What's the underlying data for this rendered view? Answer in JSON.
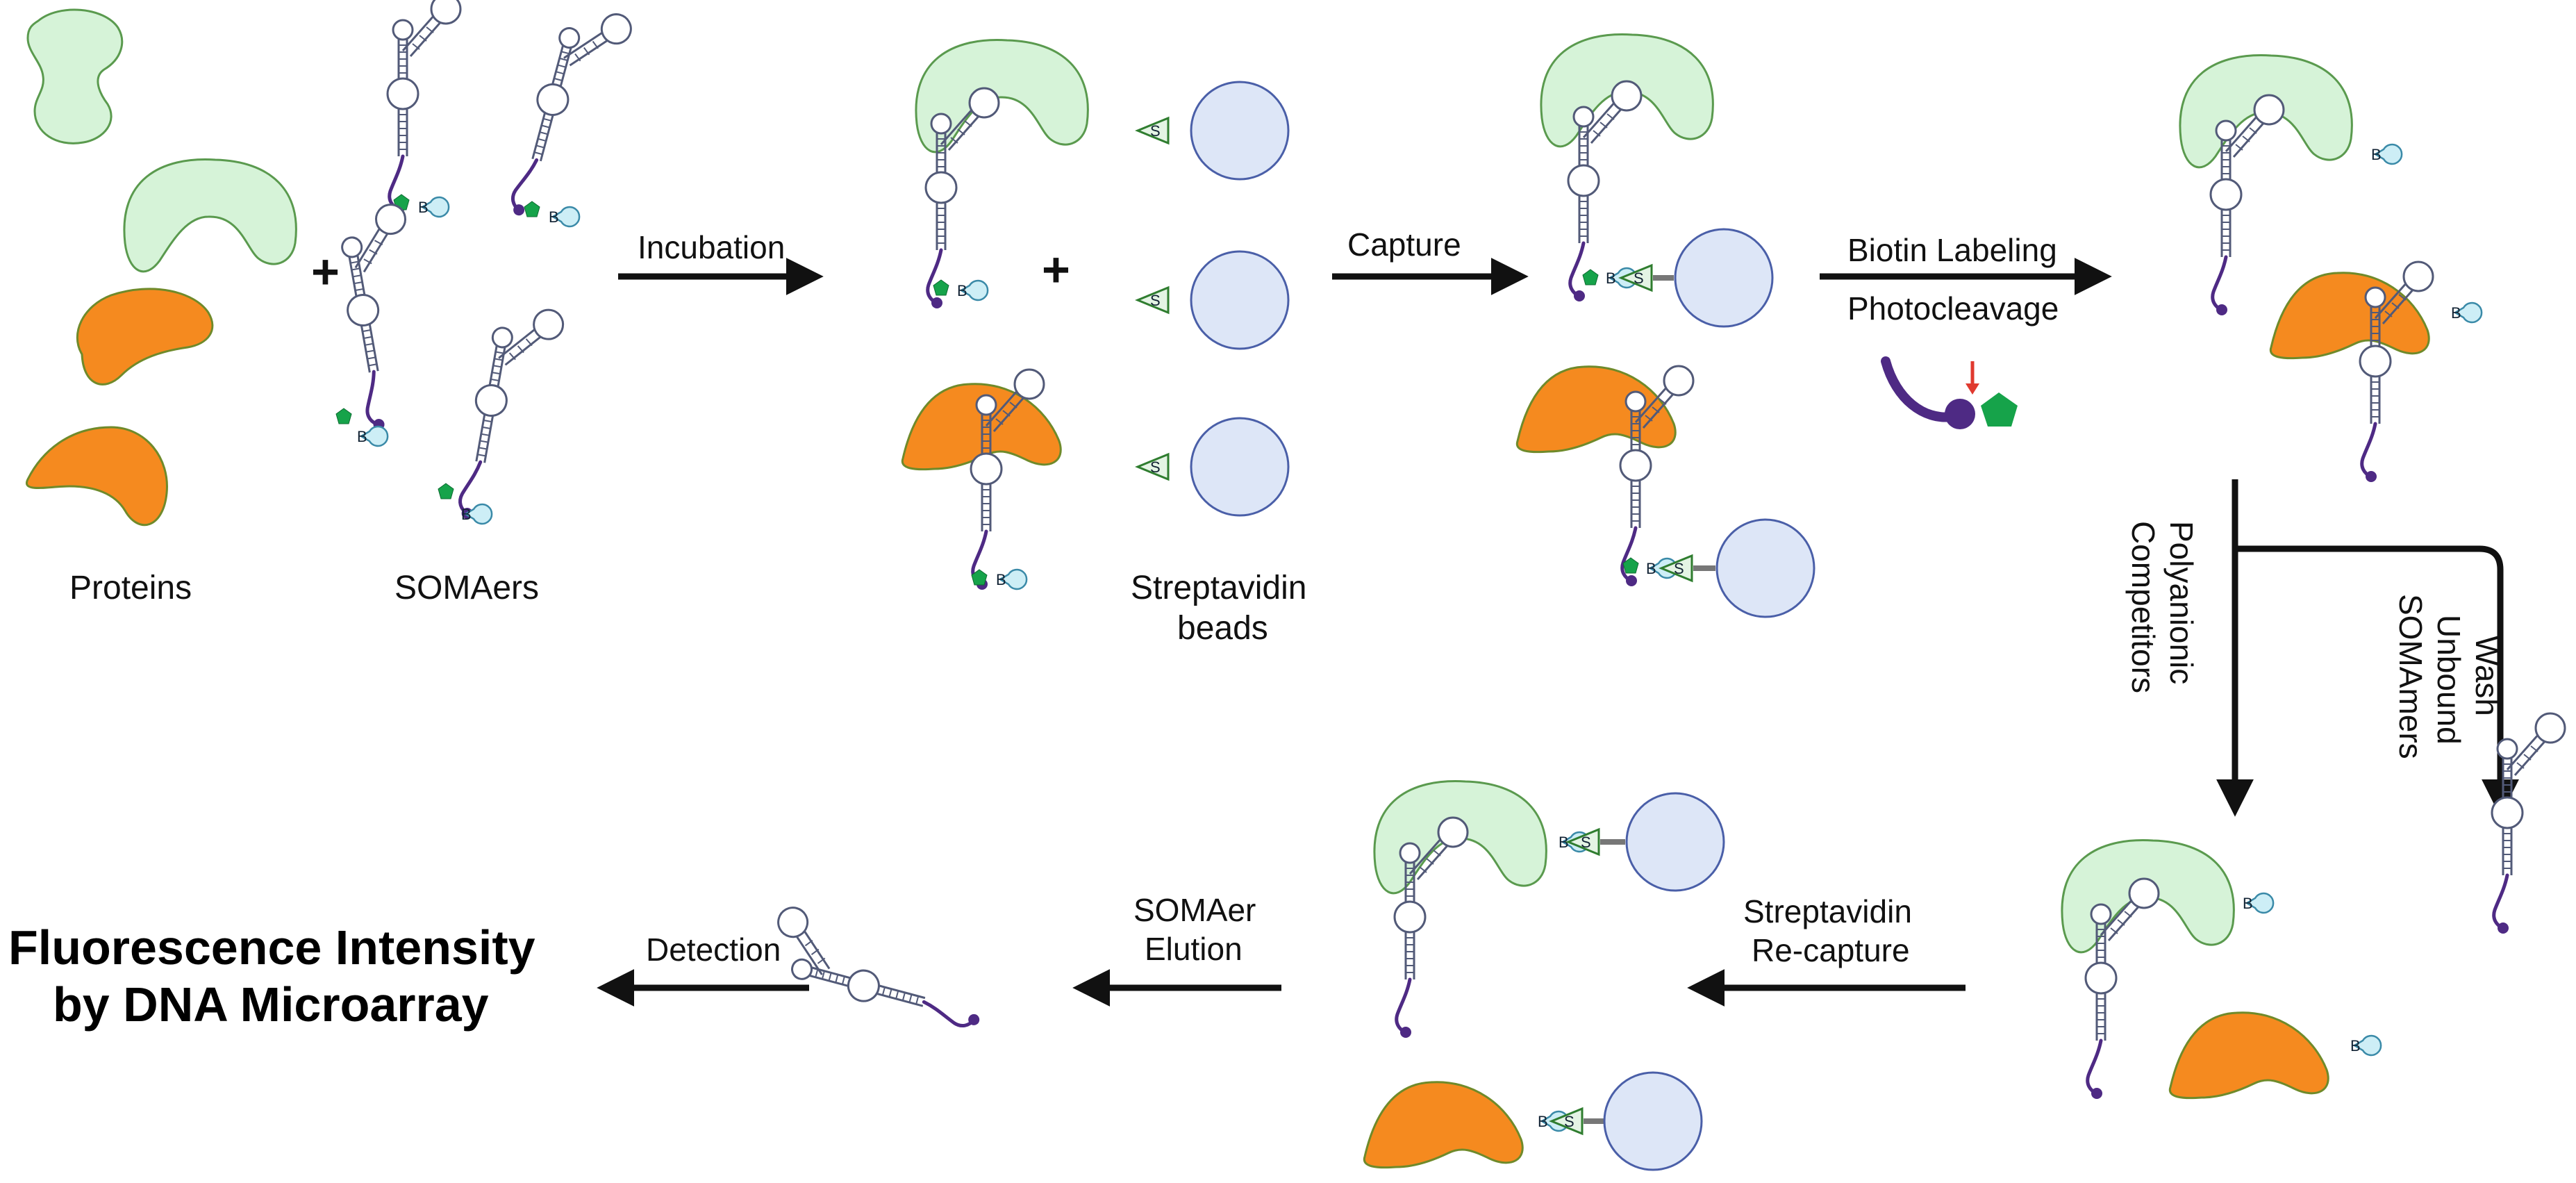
{
  "labels": {
    "proteins": "Proteins",
    "somaers": "SOMAers",
    "streptavidin_beads_line1": "Streptavidin",
    "streptavidin_beads_line2": "beads",
    "plus": "+",
    "biotin_letter": "B",
    "strep_letter": "S"
  },
  "steps": {
    "incubation": "Incubation",
    "capture": "Capture",
    "biotin_labeling": "Biotin Labeling",
    "photocleavage": "Photocleavage",
    "polyanionic_line1": "Polyanionic",
    "polyanionic_line2": "Competitors",
    "wash_line1": "Wash",
    "wash_line2": "Unbound",
    "wash_line3": "SOMAmers",
    "recapture_line1": "Streptavidin",
    "recapture_line2": "Re-capture",
    "elution_line1": "SOMAer",
    "elution_line2": "Elution",
    "detection": "Detection"
  },
  "result": {
    "line1": "Fluorescence Intensity",
    "line2": "by DNA Microarray"
  },
  "colors": {
    "protein_green_fill": "#d6f3d8",
    "protein_green_stroke": "#5a9a4e",
    "protein_orange_fill": "#f58a1f",
    "protein_orange_stroke": "#6f8a2a",
    "aptamer_stroke": "#525a78",
    "linker_purple": "#4e2a84",
    "biotin_green": "#16a34a",
    "strep_fill": "#e4f4e4",
    "strep_stroke": "#2f7d2f",
    "bead_fill": "#dde6f7",
    "bead_stroke": "#4a5fa8",
    "pacman_fill": "#cdeef6",
    "pacman_stroke": "#3a8aa8",
    "arrow": "#111111",
    "cleave_arrow": "#e03a2f"
  }
}
